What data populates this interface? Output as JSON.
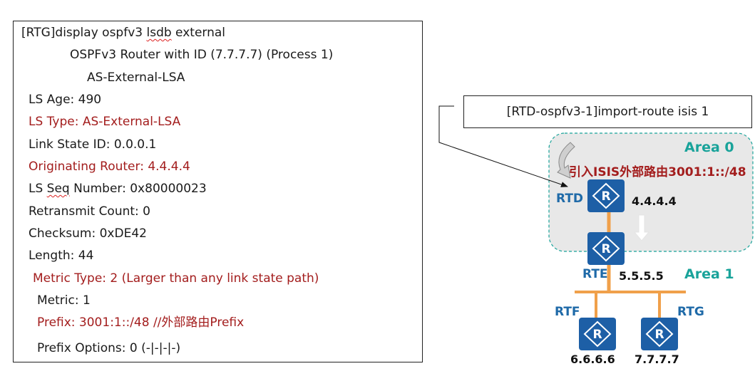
{
  "cli": {
    "l1": "[RTG]display ospfv3 ",
    "l1_lsdb": "lsdb",
    "l1_rest": " external",
    "l2": "OSPFv3 Router with ID (7.7.7.7) (Process 1)",
    "l3": "AS-External-LSA",
    "l4": "LS Age: 490",
    "l5": "LS Type: AS-External-LSA",
    "l6": "Link State ID: 0.0.0.1",
    "l7": "Originating Router: 4.4.4.4",
    "l8_a": "LS ",
    "l8_seq": "Seq",
    "l8_b": " Number: 0x80000023",
    "l9": "Retransmit Count: 0",
    "l10": "Checksum: 0xDE42",
    "l11": "Length: 44",
    "l12": "Metric Type: 2 (Larger than any link state path)",
    "l13": "Metric: 1",
    "l14": "Prefix: 3001:1::/48  //外部路由Prefix",
    "l15": "Prefix Options: 0 (-|-|-|-)"
  },
  "command": "[RTD-ospfv3-1]import-route isis 1",
  "topology": {
    "area0": "Area 0",
    "area1": "Area 1",
    "import_note": "引入ISIS外部路由3001:1::/48",
    "rtd": "RTD",
    "rtd_id": "4.4.4.4",
    "rte": "RTE",
    "rte_id": "5.5.5.5",
    "rtf": "RTF",
    "rtf_id": "6.6.6.6",
    "rtg": "RTG",
    "rtg_id": "7.7.7.7"
  },
  "colors": {
    "accent_red": "#a31d1d",
    "router_blue": "#1d5fa6",
    "area_teal": "#19a39a",
    "link_orange": "#f0a04a"
  }
}
